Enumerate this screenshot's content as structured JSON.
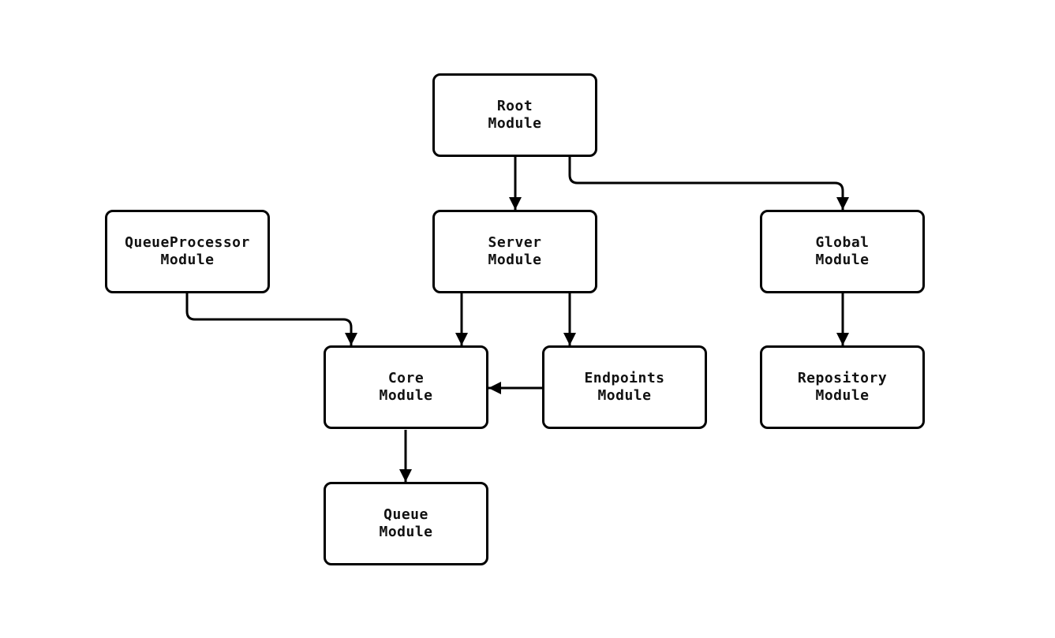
{
  "diagram": {
    "type": "flowchart",
    "background_color": "#ffffff",
    "stroke_color": "#000000",
    "node_fill_color": "#ffffff",
    "nodes": [
      {
        "id": "root",
        "label": "Root\nModule"
      },
      {
        "id": "queueprocessor",
        "label": "QueueProcessor\nModule"
      },
      {
        "id": "server",
        "label": "Server\nModule"
      },
      {
        "id": "global",
        "label": "Global\nModule"
      },
      {
        "id": "core",
        "label": "Core\nModule"
      },
      {
        "id": "endpoints",
        "label": "Endpoints\nModule"
      },
      {
        "id": "repository",
        "label": "Repository\nModule"
      },
      {
        "id": "queue",
        "label": "Queue\nModule"
      }
    ],
    "edges": [
      {
        "from": "Root Module",
        "to": "Server Module"
      },
      {
        "from": "Root Module",
        "to": "Global Module"
      },
      {
        "from": "QueueProcessor Module",
        "to": "Core Module"
      },
      {
        "from": "Server Module",
        "to": "Core Module"
      },
      {
        "from": "Server Module",
        "to": "Endpoints Module"
      },
      {
        "from": "Endpoints Module",
        "to": "Core Module"
      },
      {
        "from": "Global Module",
        "to": "Repository Module"
      },
      {
        "from": "Core Module",
        "to": "Queue Module"
      }
    ]
  }
}
